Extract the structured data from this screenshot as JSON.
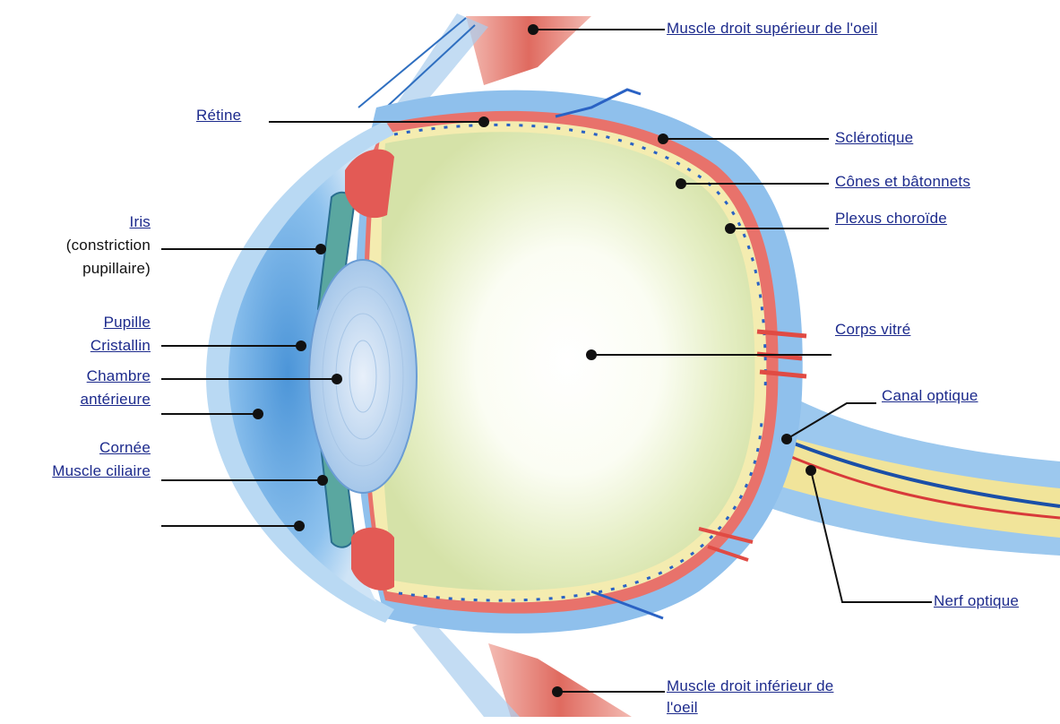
{
  "labels": {
    "muscle_sup": "Muscle droit supérieur de l'oeil",
    "retine": "Rétine",
    "sclerotique": "Sclérotique",
    "cones": "Cônes et bâtonnets",
    "plexus": "Plexus choroïde",
    "iris": "Iris",
    "iris_sub1": "(constriction",
    "iris_sub2": "pupillaire)",
    "pupille": "Pupille",
    "cristallin": "Cristallin",
    "chambre1": "Chambre",
    "chambre2": "antérieure",
    "cornee": "Cornée",
    "muscle_ciliaire": "Muscle ciliaire",
    "corps_vitre": "Corps vitré",
    "canal_optique": "Canal optique",
    "nerf_optique": "Nerf optique",
    "muscle_inf1": "Muscle droit inférieur de",
    "muscle_inf2": "l'oeil"
  },
  "colors": {
    "label_text": "#1c2a8c",
    "sclera_blue": "#5aa0dc",
    "cornea_blue": "#78b4e6",
    "vitreous": "#dfe9b8",
    "vitreous_center": "#ffffff",
    "choroid_red": "#e0504a",
    "retina_yellow": "#f4ecb0",
    "muscle_red": "#e07a70",
    "nerve_yellow": "#f1e49a"
  }
}
